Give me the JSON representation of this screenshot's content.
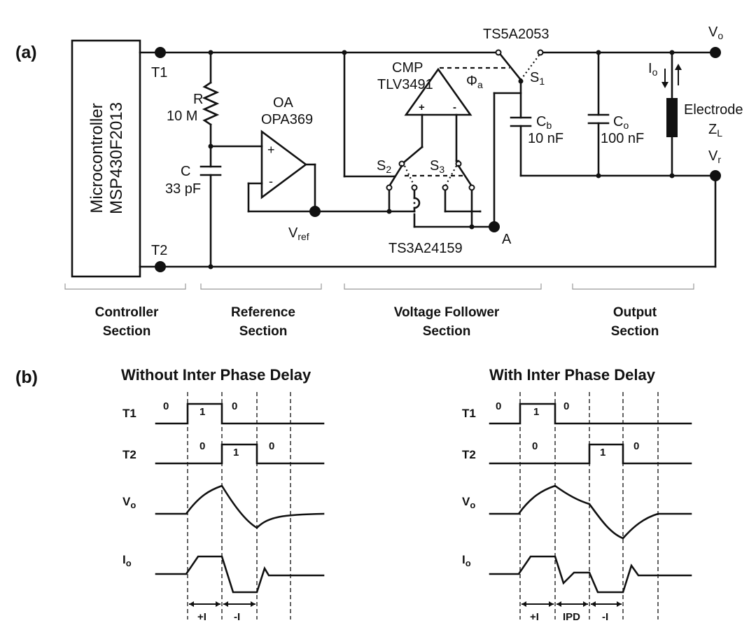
{
  "panel_a": {
    "label": "(a)",
    "microcontroller": {
      "line1": "Microcontroller",
      "line2": "MSP430F2013"
    },
    "terminals": {
      "t1": "T1",
      "t2": "T2"
    },
    "resistor": {
      "name": "R",
      "value": "10 M"
    },
    "capacitor_c": {
      "name": "C",
      "value": "33 pF"
    },
    "opamp": {
      "line1": "OA",
      "line2": "OPA369"
    },
    "vref": {
      "main": "V",
      "sub": "ref"
    },
    "comparator": {
      "line1": "CMP",
      "line2": "TLV3491"
    },
    "phi": {
      "main": "Φ",
      "sub": "a"
    },
    "switch1_chip": "TS5A2053",
    "s1": {
      "main": "S",
      "sub": "1"
    },
    "s2": {
      "main": "S",
      "sub": "2"
    },
    "s3": {
      "main": "S",
      "sub": "3"
    },
    "switch23_chip": "TS3A24159",
    "node_a": "A",
    "cb": {
      "main": "C",
      "sub": "b",
      "value": "10 nF"
    },
    "co": {
      "main": "C",
      "sub": "o",
      "value": "100 nF"
    },
    "io": {
      "main": "I",
      "sub": "o"
    },
    "electrode": {
      "line1": "Electrode",
      "main": "Z",
      "sub": "L"
    },
    "vo": {
      "main": "V",
      "sub": "o"
    },
    "vr": {
      "main": "V",
      "sub": "r"
    },
    "opamp_plus": "+",
    "opamp_minus": "-",
    "cmp_plus": "+",
    "cmp_minus": "-",
    "sections": [
      {
        "line1": "Controller",
        "line2": "Section"
      },
      {
        "line1": "Reference",
        "line2": "Section"
      },
      {
        "line1": "Voltage Follower",
        "line2": "Section"
      },
      {
        "line1": "Output",
        "line2": "Section"
      }
    ]
  },
  "panel_b": {
    "label": "(b)",
    "left": {
      "title": "Without Inter Phase Delay",
      "t1": "T1",
      "t2": "T2",
      "vo": {
        "main": "V",
        "sub": "o"
      },
      "io": {
        "main": "I",
        "sub": "o"
      },
      "t1_states": [
        "0",
        "1",
        "0"
      ],
      "t2_states": [
        "0",
        "1",
        "0"
      ],
      "intervals": [
        "+I",
        "-I"
      ]
    },
    "right": {
      "title": "With Inter Phase Delay",
      "t1": "T1",
      "t2": "T2",
      "vo": {
        "main": "V",
        "sub": "o"
      },
      "io": {
        "main": "I",
        "sub": "o"
      },
      "t1_states": [
        "0",
        "1",
        "0"
      ],
      "t2_states": [
        "0",
        "1",
        "0"
      ],
      "intervals": [
        "+I",
        "IPD",
        "-I"
      ]
    }
  }
}
